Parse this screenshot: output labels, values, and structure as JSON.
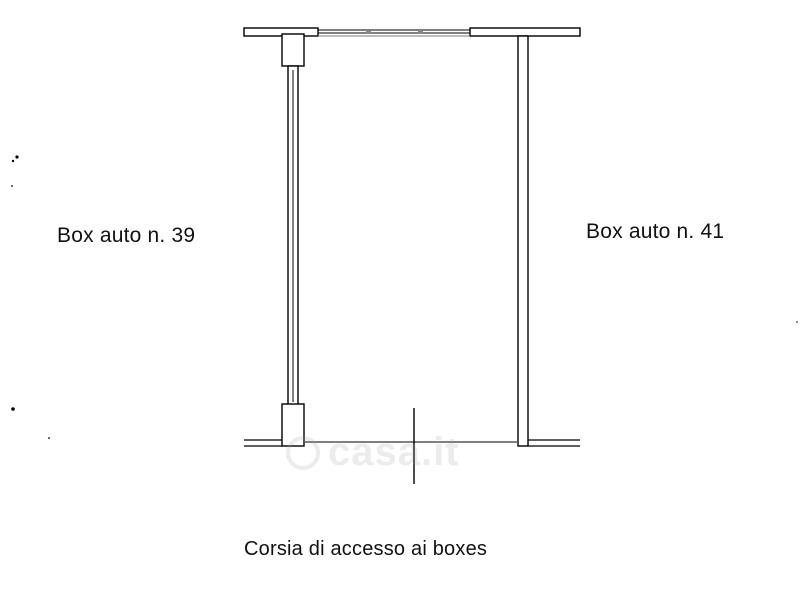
{
  "labels": {
    "left_box": "Box auto n. 39",
    "right_box": "Box auto n. 41",
    "access_lane": "Corsia di accesso ai boxes"
  },
  "watermark": {
    "icon": "casa-logo-icon",
    "text": "casa.it"
  },
  "colors": {
    "line": "#000000",
    "text": "#111111",
    "wall_fill": "#ffffff"
  }
}
